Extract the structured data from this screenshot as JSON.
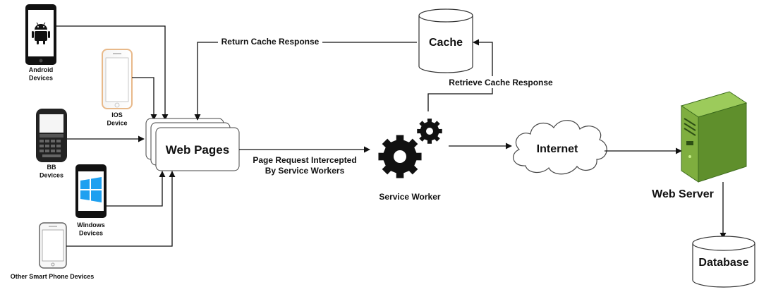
{
  "devices": {
    "android": "Android\nDevices",
    "ios": "IOS\nDevice",
    "bb": "BB\nDevices",
    "windows": "Windows\nDevices",
    "other": "Other Smart Phone Devices"
  },
  "nodes": {
    "web_pages": "Web Pages",
    "cache": "Cache",
    "service_worker": "Service Worker",
    "internet": "Internet",
    "web_server": "Web Server",
    "database": "Database"
  },
  "edges": {
    "return_cache": "Return Cache Response",
    "retrieve_cache": "Retrieve Cache Response",
    "page_request": "Page Request Intercepted\nBy  Service Workers"
  },
  "colors": {
    "server_green": "#7fae3f",
    "server_dark": "#3f6e1f",
    "windows_blue": "#1ea0f0"
  }
}
